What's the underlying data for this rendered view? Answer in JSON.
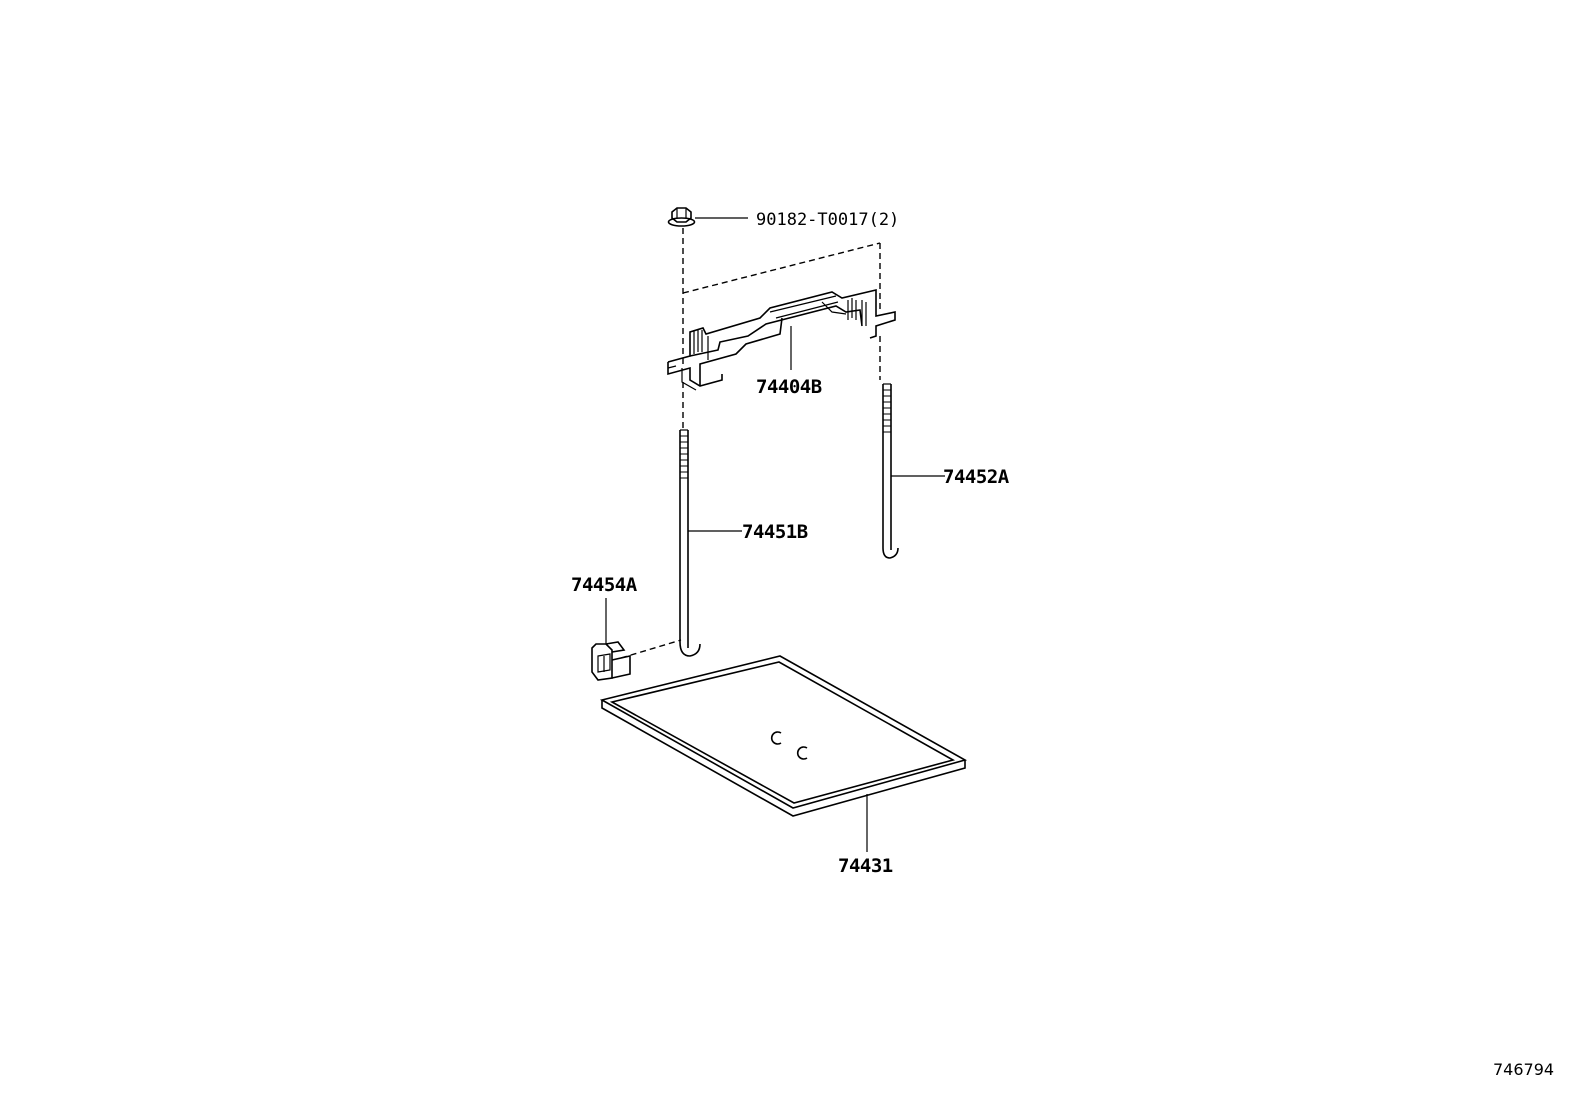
{
  "diagram": {
    "parts": [
      {
        "id": "nut",
        "part_number": "90182-T0017(2)"
      },
      {
        "id": "clamp",
        "part_number": "74404B"
      },
      {
        "id": "rod-right",
        "part_number": "74452A"
      },
      {
        "id": "rod-left",
        "part_number": "74451B"
      },
      {
        "id": "bracket",
        "part_number": "74454A"
      },
      {
        "id": "tray",
        "part_number": "74431"
      }
    ],
    "reference_number": "746794"
  }
}
